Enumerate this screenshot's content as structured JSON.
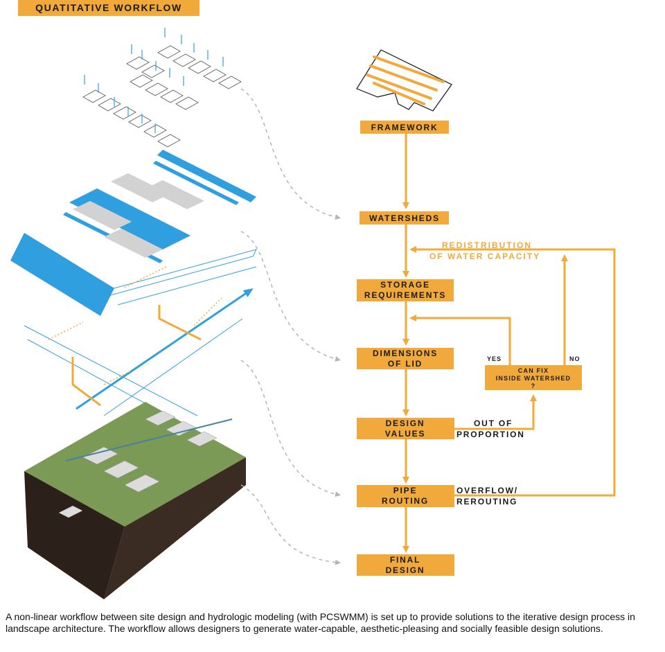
{
  "title": "QUATITATIVE WORKFLOW",
  "nodes": {
    "framework": "FRAMEWORK",
    "watersheds": "WATERSHEDS",
    "storage_1": "STORAGE",
    "storage_2": "REQUIREMENTS",
    "lid_1": "DIMENSIONS",
    "lid_2": "OF LID",
    "design_1": "DESIGN",
    "design_2": "VALUES",
    "pipe_1": "PIPE",
    "pipe_2": "ROUTING",
    "final_1": "FINAL",
    "final_2": "DESIGN",
    "canfix_1": "CAN FIX",
    "canfix_2": "INSIDE WATERSHED",
    "canfix_3": "?"
  },
  "edge_labels": {
    "yes": "YES",
    "no": "NO",
    "out_1": "OUT OF",
    "out_2": "PROPORTION",
    "overflow_1": "OVERFLOW/",
    "overflow_2": "REROUTING",
    "redis_1": "REDISTRIBUTION",
    "redis_2": "OF WATER CAPACITY"
  },
  "caption": "A non-linear workflow between site design and hydrologic modeling (with PCSWMM) is set up to provide solutions to the iterative design process in landscape architecture. The workflow allows designers to generate water-capable, aesthetic-pleasing and socially feasible design solutions.",
  "colors": {
    "accent": "#f2a93b",
    "water": "#2f9fe0",
    "dash": "#b5b5b5"
  }
}
